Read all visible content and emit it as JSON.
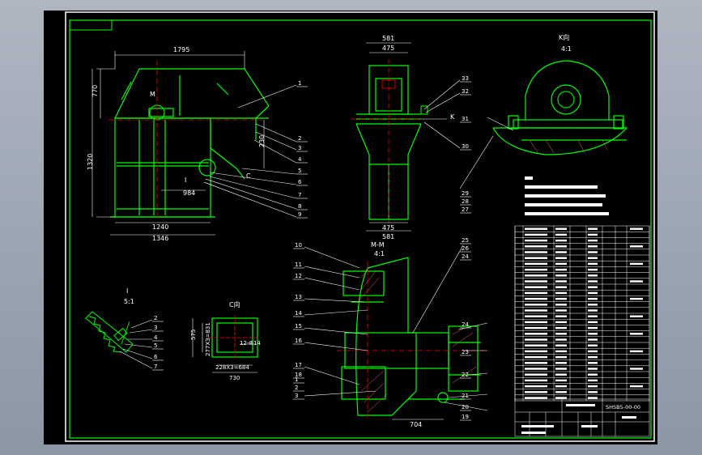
{
  "colors": {
    "background": "#000000",
    "frame": "#ffffff",
    "line": "#00ff00",
    "center": "#ff0000",
    "part": "#00e000",
    "text": "#ffffff"
  },
  "overall_view": {
    "dims": {
      "width_top": "1795",
      "height_top": "770",
      "height_total": "1320",
      "width_mid": "1240",
      "width_bottom": "1346",
      "inner": "984",
      "right": "230"
    },
    "labels": {
      "m": "M",
      "l": "I",
      "c": "C"
    }
  },
  "side_view": {
    "dims": {
      "top_outer": "581",
      "top_inner": "475",
      "bot_inner": "475",
      "bot_outer": "581"
    },
    "k": "K"
  },
  "view_k": {
    "title": "K向",
    "scale": "4:1"
  },
  "section_m": {
    "title": "M-M",
    "scale": "4:1",
    "dim_bottom": "704"
  },
  "detail_l": {
    "title": "I",
    "scale": "5:1"
  },
  "view_c": {
    "title": "C向",
    "dims": {
      "left": "575",
      "left2": "277X3=831",
      "inner": "12-Φ14",
      "bottom1": "228X3=684",
      "bottom2": "730"
    }
  },
  "balloons": {
    "overall": [
      "1",
      "2",
      "3",
      "4",
      "5",
      "6",
      "7",
      "8",
      "9"
    ],
    "side": [
      "33",
      "32",
      "31",
      "30",
      "29",
      "28",
      "27"
    ],
    "section_left": [
      "10",
      "11",
      "12",
      "13",
      "14",
      "15",
      "16",
      "17",
      "18",
      "1",
      "2",
      "3"
    ],
    "section_right": [
      "25",
      "26",
      "24",
      "24",
      "23",
      "22",
      "21",
      "20",
      "19"
    ],
    "detail": [
      "2",
      "3",
      "4",
      "5",
      "6",
      "7"
    ]
  },
  "title_block": {
    "drawing_no": "SHSB5-00-00"
  }
}
